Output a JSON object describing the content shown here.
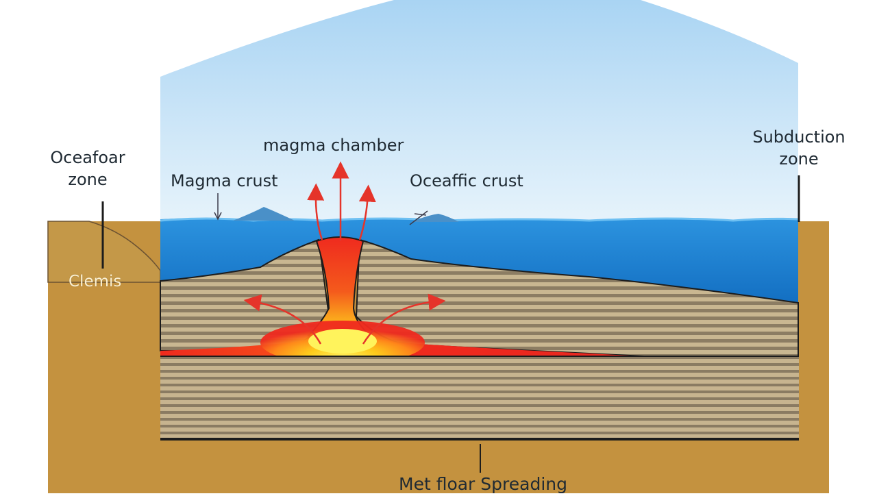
{
  "labels": {
    "magma_chamber": "magma chamber",
    "magma_crust": "Magma crust",
    "oceanic_crust": "Oceaffic crust",
    "ocean_floor_zone": [
      "Oceafoar",
      "zone"
    ],
    "subduction_zone": [
      "Subduction",
      "zone"
    ],
    "clemis": "Clemis",
    "spreading": "Met floar Spreading"
  },
  "colors": {
    "sky": "#cfe7f8",
    "ocean": "#1d86d6",
    "ocean_surface": "#3fa6ea",
    "earth": "#c4923f",
    "crust_layer_dark": "#8a7b62",
    "crust_layer_light": "#c7b48f",
    "magma_red": "#ef2a1e",
    "magma_yellow": "#ffe21c",
    "arrow": "#e5342a"
  }
}
